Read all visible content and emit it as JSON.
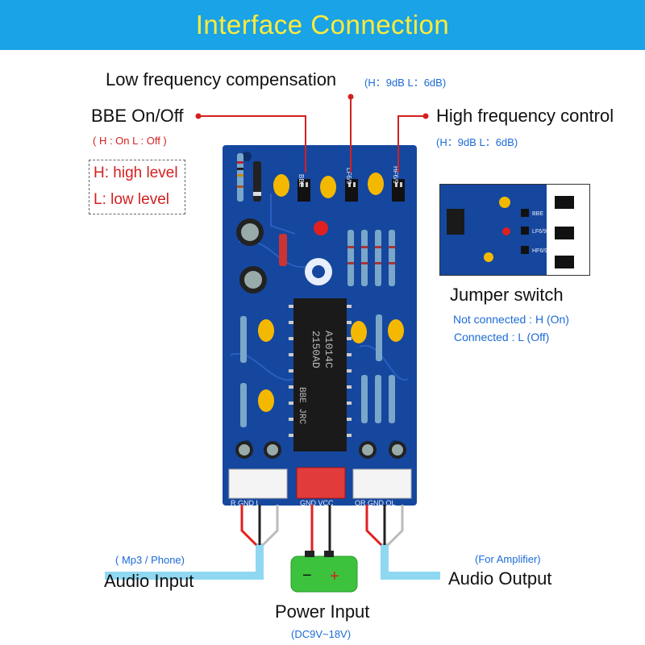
{
  "banner": {
    "title": "Interface  Connection"
  },
  "callouts": {
    "low_freq": {
      "label": "Low frequency compensation",
      "note": "(H：9dB   L：6dB)"
    },
    "bbe": {
      "label": "BBE On/Off",
      "note": "( H : On   L : Off )"
    },
    "high_freq": {
      "label": "High frequency control",
      "note": "(H：9dB   L：6dB)"
    },
    "levels": {
      "high": "H: high level",
      "low": "L:  low  level"
    }
  },
  "board": {
    "jumper_labels": [
      "BBE",
      "LF6/9",
      "HF6/9"
    ],
    "chip_lines": [
      "2150AD",
      "A1014C",
      "BBE  JRC"
    ],
    "connector_labels": [
      "R  GND  L",
      "GND  VCC",
      "OR  GND  OL"
    ]
  },
  "jumper": {
    "title": "Jumper switch",
    "not_connected": "Not connected : H  (On)",
    "connected": "Connected : L  (Off)",
    "thumb_labels": [
      "BBE",
      "LF6/9",
      "HF6/9"
    ]
  },
  "audio_input": {
    "label": "Audio Input",
    "note": "( Mp3 / Phone)"
  },
  "audio_output": {
    "label": "Audio Output",
    "note": "(For Amplifier)"
  },
  "power": {
    "label": "Power Input",
    "note": "(DC9V~18V)",
    "minus": "−",
    "plus": "+"
  },
  "colors": {
    "banner_bg": "#1aa3e6",
    "banner_text": "#ffeb3b",
    "pcb": "#15479e",
    "accent_red": "#d42020",
    "note_blue": "#1b6bd6",
    "cable": "#90d8f2",
    "battery": "#3cc23c"
  }
}
